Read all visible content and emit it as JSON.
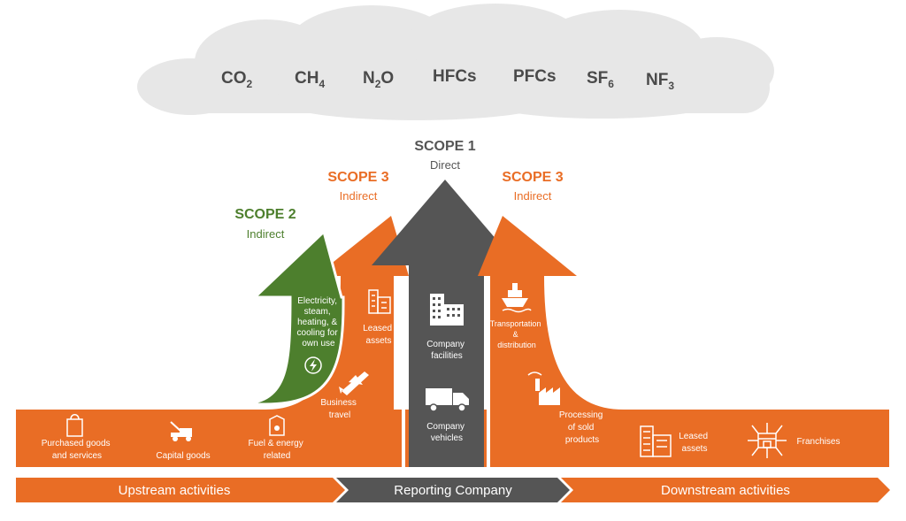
{
  "colors": {
    "orange": "#e96d25",
    "green": "#4d7f2d",
    "gray": "#555555",
    "cloud": "#e7e7e7",
    "gas_text": "#4a4a4a"
  },
  "gases": [
    {
      "base": "CO",
      "sub": "2"
    },
    {
      "base": "CH",
      "sub": "4"
    },
    {
      "base": "N",
      "sub": "2",
      "after": "O"
    },
    {
      "base": "HFCs"
    },
    {
      "base": "PFCs"
    },
    {
      "base": "SF",
      "sub": "6"
    },
    {
      "base": "NF",
      "sub": "3"
    }
  ],
  "scopes": {
    "scope1": {
      "title": "SCOPE 1",
      "subtitle": "Direct"
    },
    "scope2": {
      "title": "SCOPE 2",
      "subtitle": "Indirect"
    },
    "scope3_upstream": {
      "title": "SCOPE 3",
      "subtitle": "Indirect"
    },
    "scope3_downstream": {
      "title": "SCOPE 3",
      "subtitle": "Indirect"
    }
  },
  "scope2_item": {
    "lines": [
      "Electricity,",
      "steam,",
      "heating, &",
      "cooling for",
      "own use"
    ],
    "icon": "lightning-icon"
  },
  "scope1_items": [
    {
      "lines": [
        "Company",
        "facilities"
      ],
      "icon": "building-icon"
    },
    {
      "lines": [
        "Company",
        "vehicles"
      ],
      "icon": "truck-icon"
    }
  ],
  "upstream_items": [
    {
      "lines": [
        "Purchased goods",
        "and services"
      ],
      "icon": "shopping-bag-icon"
    },
    {
      "lines": [
        "Capital goods"
      ],
      "icon": "tow-truck-icon"
    },
    {
      "lines": [
        "Fuel & energy",
        "related"
      ],
      "icon": "fuel-can-icon"
    },
    {
      "lines": [
        "Business",
        "travel"
      ],
      "icon": "airplane-icon"
    },
    {
      "lines": [
        "Leased",
        "assets"
      ],
      "icon": "building-icon"
    }
  ],
  "downstream_items": [
    {
      "lines": [
        "Transportation",
        "&",
        "distribution"
      ],
      "icon": "ship-icon"
    },
    {
      "lines": [
        "Processing",
        "of sold",
        "products"
      ],
      "icon": "factory-icon"
    },
    {
      "lines": [
        "Leased",
        "assets"
      ],
      "icon": "building-icon"
    },
    {
      "lines": [
        "Franchises"
      ],
      "icon": "franchise-store-icon"
    }
  ],
  "bottom_bar": {
    "upstream": "Upstream activities",
    "reporting": "Reporting Company",
    "downstream": "Downstream activities"
  }
}
